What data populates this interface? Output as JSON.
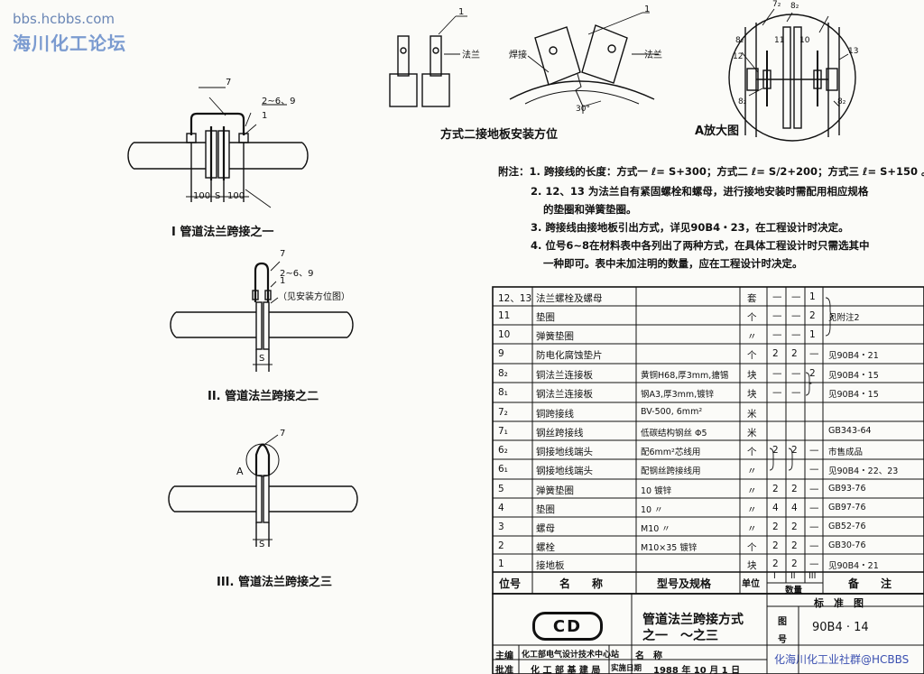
{
  "watermark": {
    "site": "bbs.hcbbs.com",
    "forum": "海川化工论坛",
    "bottom": "化海川化工业社群@HCBBS"
  },
  "fig1": {
    "caption": "I 管道法兰跨接之一",
    "lbl_7": "7",
    "lbl_269": "2~6、9",
    "lbl_1": "1",
    "dim_100a": "100",
    "dim_s": "S",
    "dim_100b": "100"
  },
  "fig2": {
    "caption": "II. 管道法兰跨接之二",
    "lbl_7": "7",
    "lbl_269": "2~6、9",
    "lbl_1": "1",
    "lbl_note": "（见安装方位图）",
    "dim_s": "S"
  },
  "fig3": {
    "caption": "III. 管道法兰跨接之三",
    "lbl_7": "7",
    "lbl_a": "A",
    "dim_s": "S"
  },
  "mount": {
    "caption": "方式二接地板安装方位",
    "lbl_1a": "1",
    "lbl_flange_a": "法兰",
    "lbl_1b": "1",
    "lbl_weld": "焊接",
    "lbl_flange_b": "法兰",
    "lbl_angle": "30°"
  },
  "detail": {
    "caption": "A放大图",
    "lbl_72": "7₂",
    "lbl_82a": "8₂",
    "lbl_82b": "8₂",
    "lbl_11": "11",
    "lbl_10": "10",
    "lbl_12": "12",
    "lbl_13": "13",
    "lbl_82c": "8₂",
    "lbl_82d": "8₂"
  },
  "notes": [
    "附注：1. 跨接线的长度：方式一 ℓ= S+300；方式二 ℓ= S/2+200；方式三 ℓ= S+150 。",
    "2. 12、13 为法兰自有紧固螺栓和螺母，进行接地安装时需配用相应规格",
    "的垫圈和弹簧垫圈。",
    "3. 跨接线由接地板引出方式，详见90B4・23，在工程设计时决定。",
    "4. 位号6~8在材料表中各列出了两种方式，在具体工程设计时只需选其中",
    "一种即可。表中未加注明的数量，应在工程设计时决定。"
  ],
  "table": {
    "rows": [
      {
        "pos": "12、13",
        "name": "法兰螺栓及螺母",
        "spec": "",
        "unit": "套",
        "q1": "—",
        "q2": "—",
        "q3": "1",
        "remark": ""
      },
      {
        "pos": "11",
        "name": "垫圈",
        "spec": "",
        "unit": "个",
        "q1": "—",
        "q2": "—",
        "q3": "2",
        "remark": "见附注2"
      },
      {
        "pos": "10",
        "name": "弹簧垫圈",
        "spec": "",
        "unit": "〃",
        "q1": "—",
        "q2": "—",
        "q3": "1",
        "remark": ""
      },
      {
        "pos": "9",
        "name": "防电化腐蚀垫片",
        "spec": "",
        "unit": "个",
        "q1": "2",
        "q2": "2",
        "q3": "—",
        "remark": "见90B4・21"
      },
      {
        "pos": "8₂",
        "name": "铜法兰连接板",
        "spec": "黄铜H68,厚3mm,搪锡",
        "unit": "块",
        "q1": "—",
        "q2": "—",
        "q3": "2",
        "remark": "见90B4・15"
      },
      {
        "pos": "8₁",
        "name": "钢法兰连接板",
        "spec": "钢A3,厚3mm,镀锌",
        "unit": "块",
        "q1": "—",
        "q2": "—",
        "q3": "",
        "remark": "见90B4・15"
      },
      {
        "pos": "7₂",
        "name": "铜跨接线",
        "spec": "BV-500, 6mm²",
        "unit": "米",
        "q1": "",
        "q2": "",
        "q3": "",
        "remark": ""
      },
      {
        "pos": "7₁",
        "name": "钢丝跨接线",
        "spec": "低碳结构钢丝 Φ5",
        "unit": "米",
        "q1": "",
        "q2": "",
        "q3": "",
        "remark": "GB343-64"
      },
      {
        "pos": "6₂",
        "name": "铜接地线端头",
        "spec": "配6mm²芯线用",
        "unit": "个",
        "q1": "2",
        "q2": "2",
        "q3": "—",
        "remark": "市售成品"
      },
      {
        "pos": "6₁",
        "name": "钢接地线端头",
        "spec": "配钢丝跨接线用",
        "unit": "〃",
        "q1": "",
        "q2": "",
        "q3": "—",
        "remark": "见90B4・22、23"
      },
      {
        "pos": "5",
        "name": "弹簧垫圈",
        "spec": "10 镀锌",
        "unit": "〃",
        "q1": "2",
        "q2": "2",
        "q3": "—",
        "remark": "GB93-76"
      },
      {
        "pos": "4",
        "name": "垫圈",
        "spec": "10 〃",
        "unit": "〃",
        "q1": "4",
        "q2": "4",
        "q3": "—",
        "remark": "GB97-76"
      },
      {
        "pos": "3",
        "name": "螺母",
        "spec": "M10 〃",
        "unit": "〃",
        "q1": "2",
        "q2": "2",
        "q3": "—",
        "remark": "GB52-76"
      },
      {
        "pos": "2",
        "name": "螺栓",
        "spec": "M10×35 镀锌",
        "unit": "个",
        "q1": "2",
        "q2": "2",
        "q3": "—",
        "remark": "GB30-76"
      },
      {
        "pos": "1",
        "name": "接地板",
        "spec": "",
        "unit": "块",
        "q1": "2",
        "q2": "2",
        "q3": "—",
        "remark": "见90B4・21"
      }
    ],
    "header": {
      "pos": "位号",
      "name": "名　　称",
      "spec": "型号及规格",
      "unit": "单位",
      "q1": "I",
      "q2": "II",
      "q3": "III",
      "remark": "备　　注",
      "qty": "数量"
    }
  },
  "title_block": {
    "logo": "CD",
    "title_line1": "管道法兰跨接方式",
    "title_line2": "之一　～之三",
    "std_label": "标　准　图",
    "fig_label_1": "图",
    "fig_label_2": "号",
    "drawing_no": "90B4 · 14",
    "editor_label": "主编",
    "editor": "化工部电气设计技术中心站",
    "approver_label": "批准",
    "approver": "化 工 部 基 建 局",
    "name_label": "名　称",
    "date_label": "实施日期",
    "date": "1988 年 10 月 1 日"
  }
}
